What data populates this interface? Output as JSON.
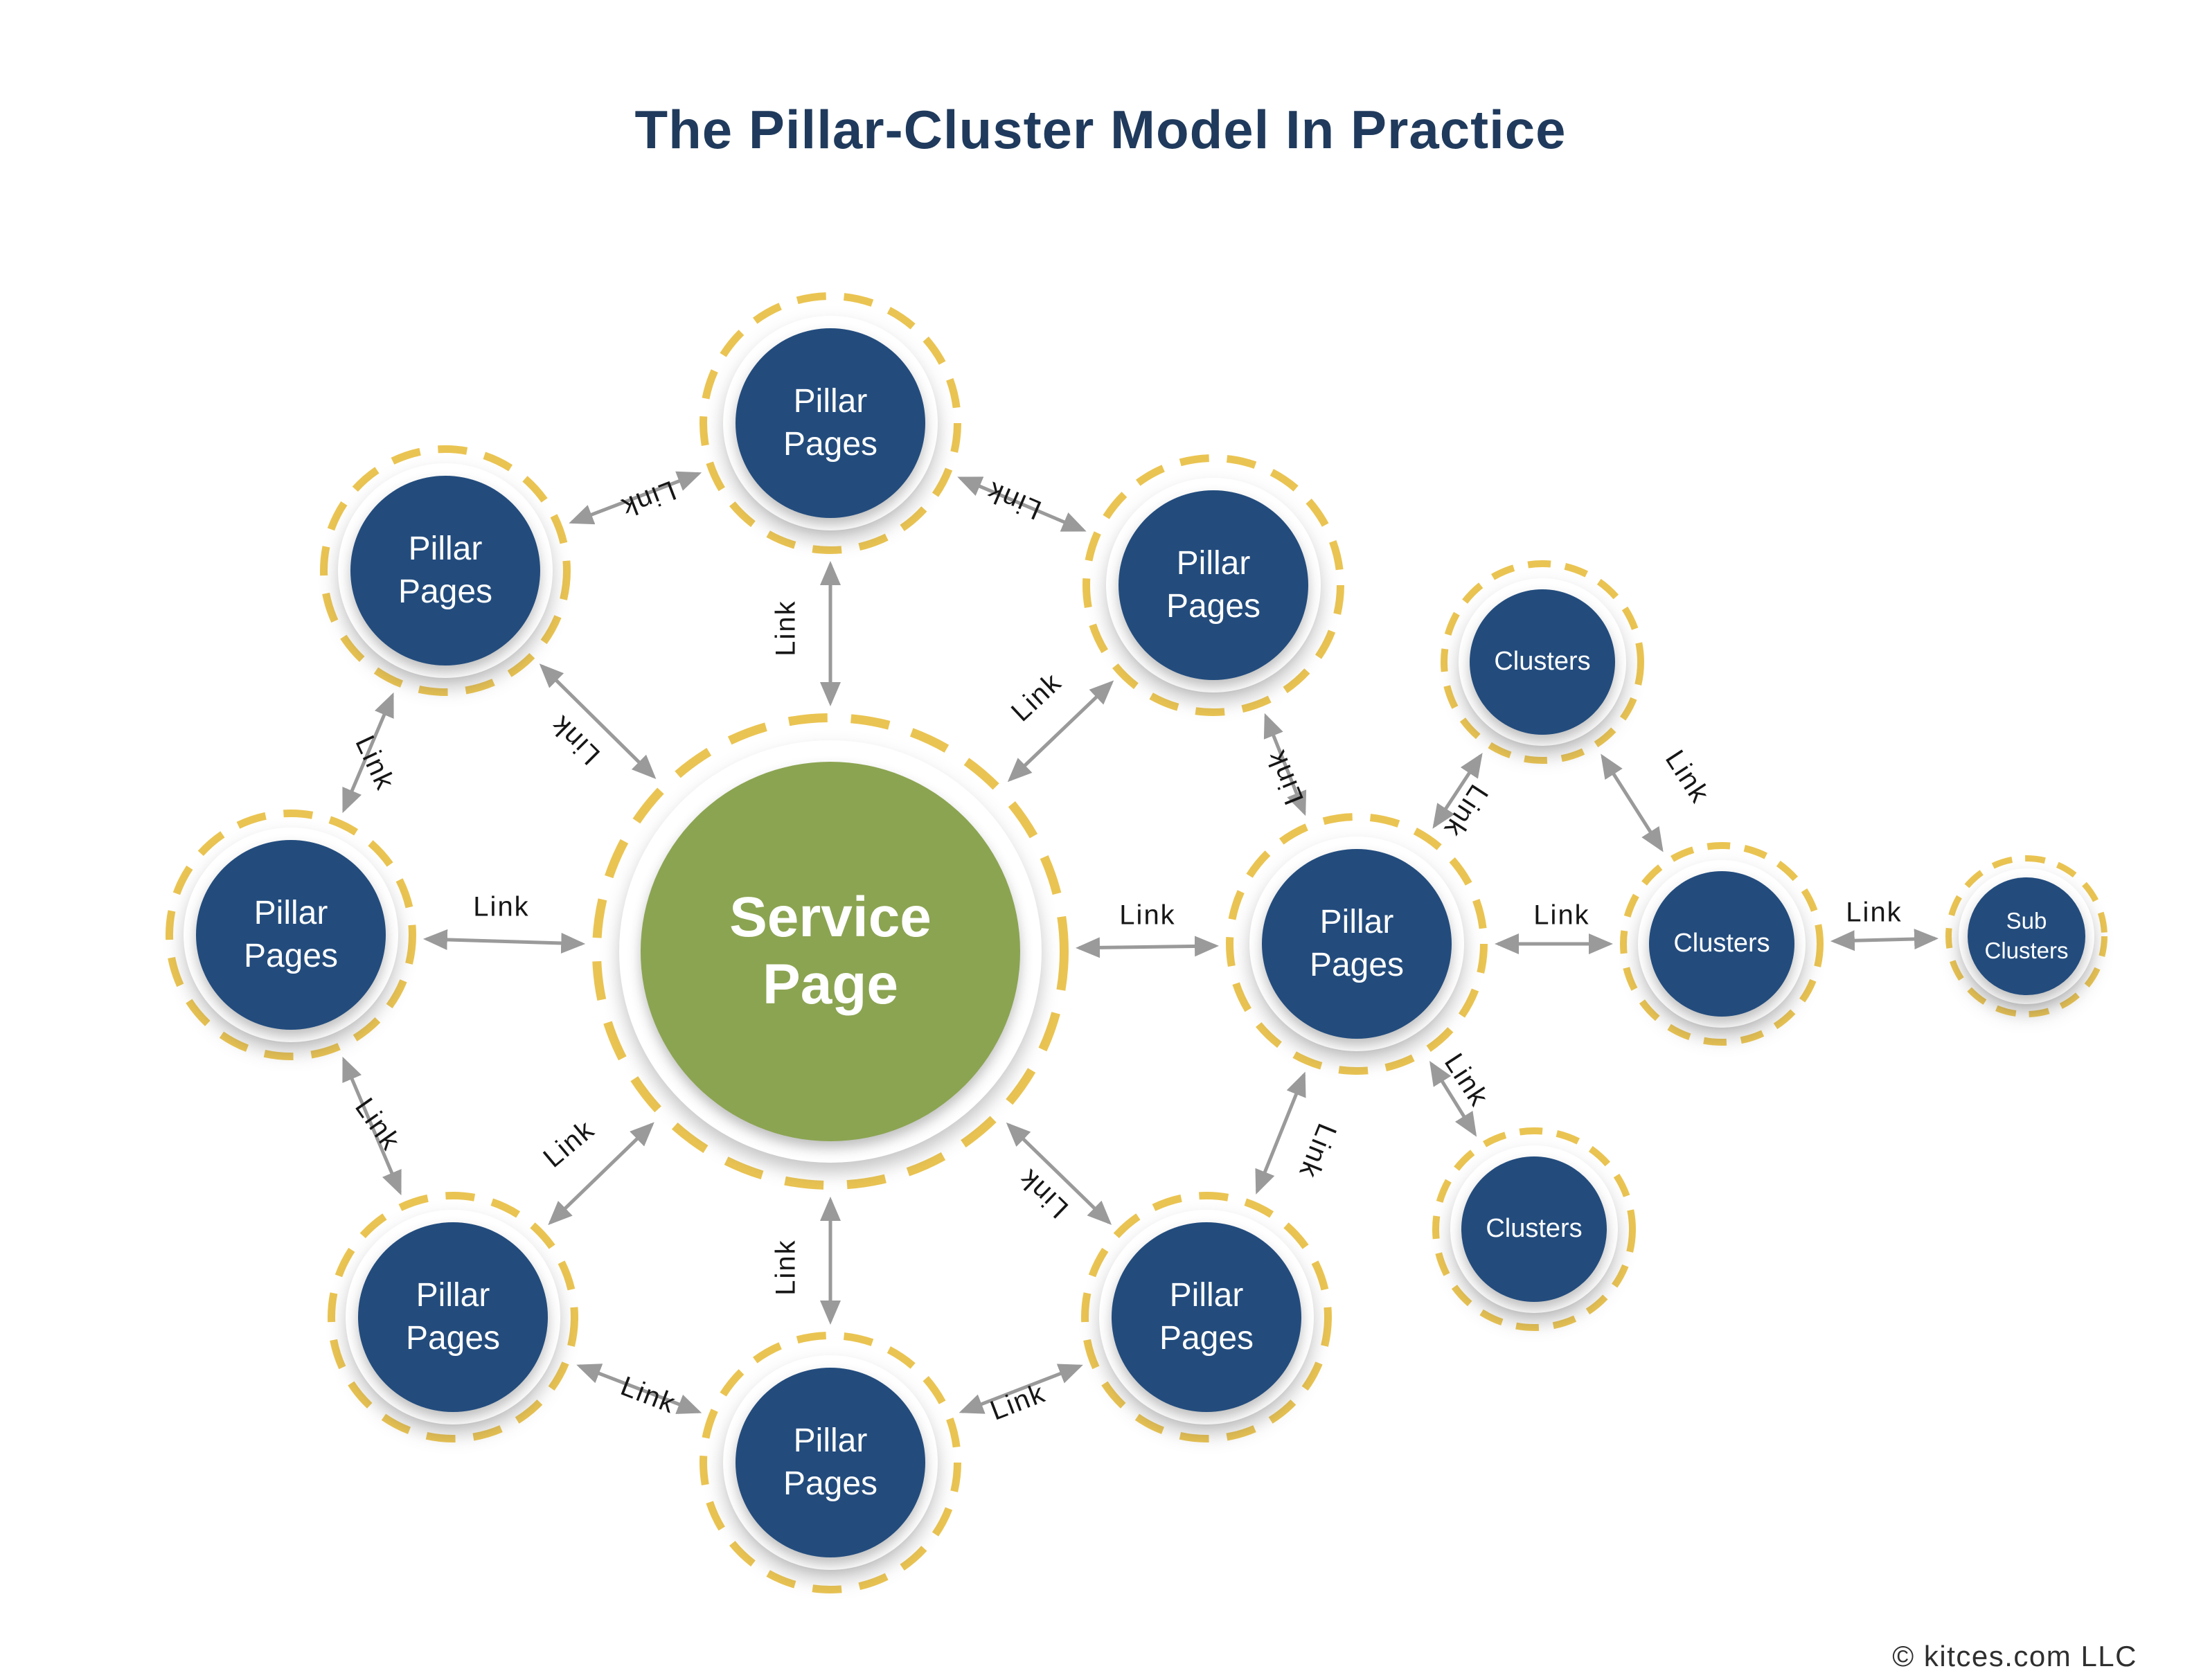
{
  "title": "The Pillar-Cluster Model In Practice",
  "footer": {
    "copyright": "© kitces.com LLC"
  },
  "colors": {
    "pillar_blue": "#234C7D",
    "service_green": "#8BA451",
    "ring_yellow": "#EAC452",
    "arrow_gray": "#9A9A9A",
    "title_navy": "#1F3A5C",
    "link_text": "#161616"
  },
  "diagram": {
    "nodes": [
      {
        "id": "service",
        "label": "Service Page"
      },
      {
        "id": "pillar-top",
        "label": "Pillar Pages"
      },
      {
        "id": "pillar-top-left",
        "label": "Pillar Pages"
      },
      {
        "id": "pillar-left",
        "label": "Pillar Pages"
      },
      {
        "id": "pillar-bottom-left",
        "label": "Pillar Pages"
      },
      {
        "id": "pillar-bottom",
        "label": "Pillar Pages"
      },
      {
        "id": "pillar-bottom-right",
        "label": "Pillar Pages"
      },
      {
        "id": "pillar-right",
        "label": "Pillar Pages"
      },
      {
        "id": "pillar-top-right",
        "label": "Pillar Pages"
      },
      {
        "id": "clusters-top",
        "label": "Clusters"
      },
      {
        "id": "clusters-middle",
        "label": "Clusters"
      },
      {
        "id": "clusters-bottom",
        "label": "Clusters"
      },
      {
        "id": "sub-clusters",
        "label": "Sub Clusters"
      }
    ],
    "links": [
      {
        "id": "pillar-top--pillar-top-left",
        "from": "pillar-top",
        "to": "pillar-top-left",
        "label": "Link"
      },
      {
        "id": "pillar-top--pillar-top-right",
        "from": "pillar-top",
        "to": "pillar-top-right",
        "label": "Link"
      },
      {
        "id": "pillar-top--service",
        "from": "pillar-top",
        "to": "service",
        "label": "Link"
      },
      {
        "id": "pillar-top-left--service",
        "from": "pillar-top-left",
        "to": "service",
        "label": "Link"
      },
      {
        "id": "pillar-top-left--pillar-left",
        "from": "pillar-top-left",
        "to": "pillar-left",
        "label": "Link"
      },
      {
        "id": "pillar-left--service",
        "from": "pillar-left",
        "to": "service",
        "label": "Link"
      },
      {
        "id": "pillar-left--pillar-bottom-left",
        "from": "pillar-left",
        "to": "pillar-bottom-left",
        "label": "Link"
      },
      {
        "id": "pillar-bottom-left--service",
        "from": "pillar-bottom-left",
        "to": "service",
        "label": "Link"
      },
      {
        "id": "pillar-bottom-left--pillar-bottom",
        "from": "pillar-bottom-left",
        "to": "pillar-bottom",
        "label": "Link"
      },
      {
        "id": "pillar-bottom--service",
        "from": "pillar-bottom",
        "to": "service",
        "label": "Link"
      },
      {
        "id": "pillar-bottom--pillar-bottom-right",
        "from": "pillar-bottom",
        "to": "pillar-bottom-right",
        "label": "Link"
      },
      {
        "id": "service--pillar-bottom-right",
        "from": "service",
        "to": "pillar-bottom-right",
        "label": "Link"
      },
      {
        "id": "pillar-bottom-right--pillar-right",
        "from": "pillar-bottom-right",
        "to": "pillar-right",
        "label": "Link"
      },
      {
        "id": "service--pillar-right",
        "from": "service",
        "to": "pillar-right",
        "label": "Link"
      },
      {
        "id": "pillar-top-right--service",
        "from": "pillar-top-right",
        "to": "service",
        "label": "Link"
      },
      {
        "id": "pillar-top-right--pillar-right",
        "from": "pillar-top-right",
        "to": "pillar-right",
        "label": "Link"
      },
      {
        "id": "pillar-right--clusters-top",
        "from": "pillar-right",
        "to": "clusters-top",
        "label": "Link"
      },
      {
        "id": "clusters-top--clusters-middle",
        "from": "clusters-top",
        "to": "clusters-middle",
        "label": "Link"
      },
      {
        "id": "pillar-right--clusters-middle",
        "from": "pillar-right",
        "to": "clusters-middle",
        "label": "Link"
      },
      {
        "id": "pillar-right--clusters-bottom",
        "from": "pillar-right",
        "to": "clusters-bottom",
        "label": "Link"
      },
      {
        "id": "clusters-middle--sub-clusters",
        "from": "clusters-middle",
        "to": "sub-clusters",
        "label": "Link"
      }
    ]
  }
}
